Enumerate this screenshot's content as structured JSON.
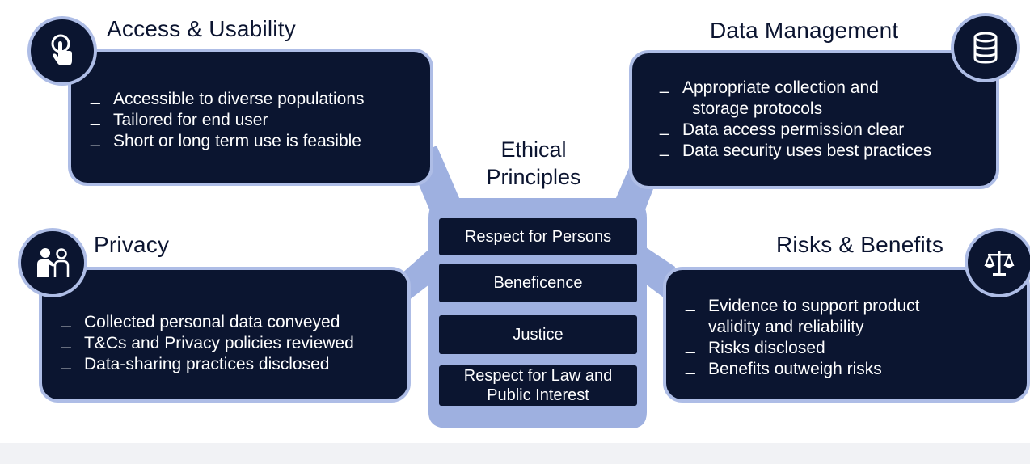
{
  "center": {
    "title_line1": "Ethical",
    "title_line2": "Principles",
    "principles": [
      "Respect for Persons",
      "Beneficence",
      "Justice",
      "Respect for Law and Public Interest"
    ]
  },
  "access": {
    "title": "Access & Usability",
    "icon": "touch-icon",
    "items": [
      "Accessible to diverse populations",
      "Tailored for end user",
      "Short or long term use is feasible"
    ]
  },
  "data_management": {
    "title": "Data Management",
    "icon": "database-icon",
    "items": [
      [
        "Appropriate collection and",
        "storage protocols"
      ],
      [
        "Data access permission clear"
      ],
      [
        "Data security uses best practices"
      ]
    ]
  },
  "privacy": {
    "title": "Privacy",
    "icon": "people-icon",
    "items": [
      "Collected personal data conveyed",
      "T&Cs and Privacy policies reviewed",
      "Data-sharing practices disclosed"
    ]
  },
  "risks": {
    "title": "Risks & Benefits",
    "icon": "scales-icon",
    "items": [
      [
        "Evidence to support product",
        "validity and reliability"
      ],
      [
        "Risks disclosed"
      ],
      [
        "Benefits outweigh risks"
      ]
    ]
  },
  "colors": {
    "navy": "#0b1530",
    "accent": "#aebde6",
    "connector": "#9eb0e0"
  }
}
